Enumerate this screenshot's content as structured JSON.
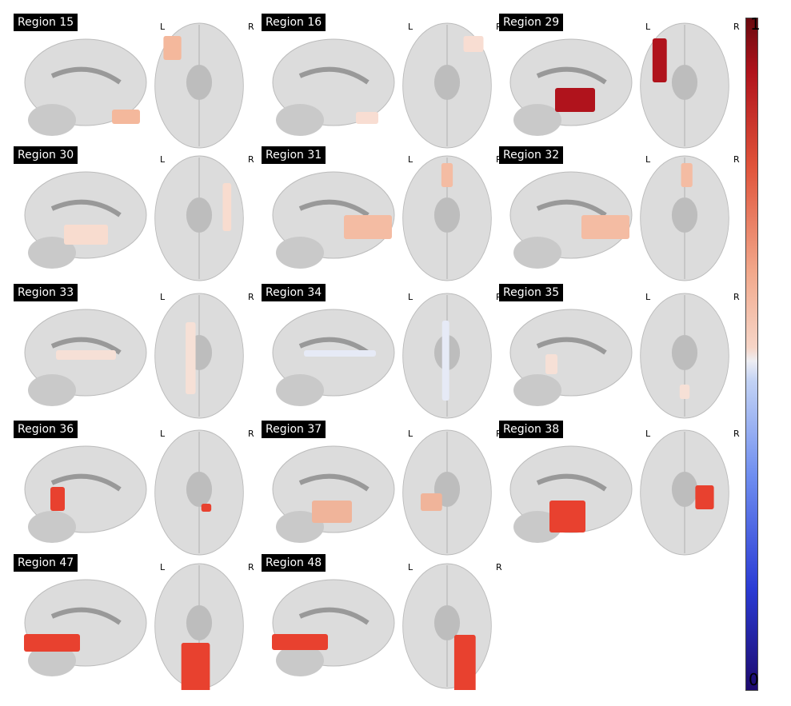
{
  "orientation_labels": {
    "left": "L",
    "right": "R"
  },
  "colorbar": {
    "max_label": "1",
    "min_label": "0"
  },
  "panels": [
    {
      "label": "Region 15",
      "value": 0.68,
      "color": "#f4b89c"
    },
    {
      "label": "Region 16",
      "value": 0.58,
      "color": "#f8ddd2"
    },
    {
      "label": "Region 29",
      "value": 1.0,
      "color": "#b0131c"
    },
    {
      "label": "Region 30",
      "value": 0.56,
      "color": "#f8dccf"
    },
    {
      "label": "Region 31",
      "value": 0.66,
      "color": "#f4bca3"
    },
    {
      "label": "Region 32",
      "value": 0.66,
      "color": "#f4bca3"
    },
    {
      "label": "Region 33",
      "value": 0.55,
      "color": "#f6e0d6"
    },
    {
      "label": "Region 34",
      "value": 0.47,
      "color": "#e6eaf6"
    },
    {
      "label": "Region 35",
      "value": 0.55,
      "color": "#f6e0d6"
    },
    {
      "label": "Region 36",
      "value": 0.82,
      "color": "#e8412f"
    },
    {
      "label": "Region 37",
      "value": 0.68,
      "color": "#f0b49a"
    },
    {
      "label": "Region 38",
      "value": 0.82,
      "color": "#e8412f"
    },
    {
      "label": "Region 47",
      "value": 0.82,
      "color": "#e8412f"
    },
    {
      "label": "Region 48",
      "value": 0.82,
      "color": "#e8412f"
    }
  ]
}
